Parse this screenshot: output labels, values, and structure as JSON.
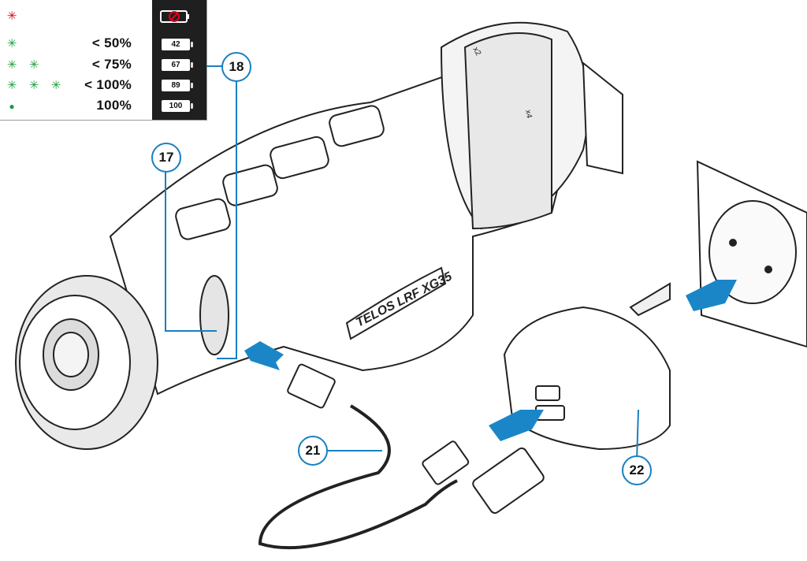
{
  "legend": {
    "rows": [
      {
        "led": "red-blink",
        "percent": "",
        "battery": ""
      },
      {
        "led": "green-blink-1",
        "percent": "< 50%",
        "battery": "42"
      },
      {
        "led": "green-blink-2",
        "percent": "< 75%",
        "battery": "67"
      },
      {
        "led": "green-blink-3",
        "percent": "< 100%",
        "battery": "89"
      },
      {
        "led": "green-solid",
        "percent": "100%",
        "battery": "100"
      }
    ],
    "colors": {
      "red": "#e3001b",
      "green": "#1a9e3c",
      "dark": "#1f1f1f"
    }
  },
  "device": {
    "model_label": "TELOS LRF XG35",
    "zoom_marks": [
      "x2",
      "x4"
    ]
  },
  "callouts": {
    "c17": "17",
    "c18": "18",
    "c21": "21",
    "c22": "22"
  },
  "colors": {
    "callout_border": "#1a7fc0",
    "arrow": "#1a86c8",
    "line": "#222222"
  }
}
